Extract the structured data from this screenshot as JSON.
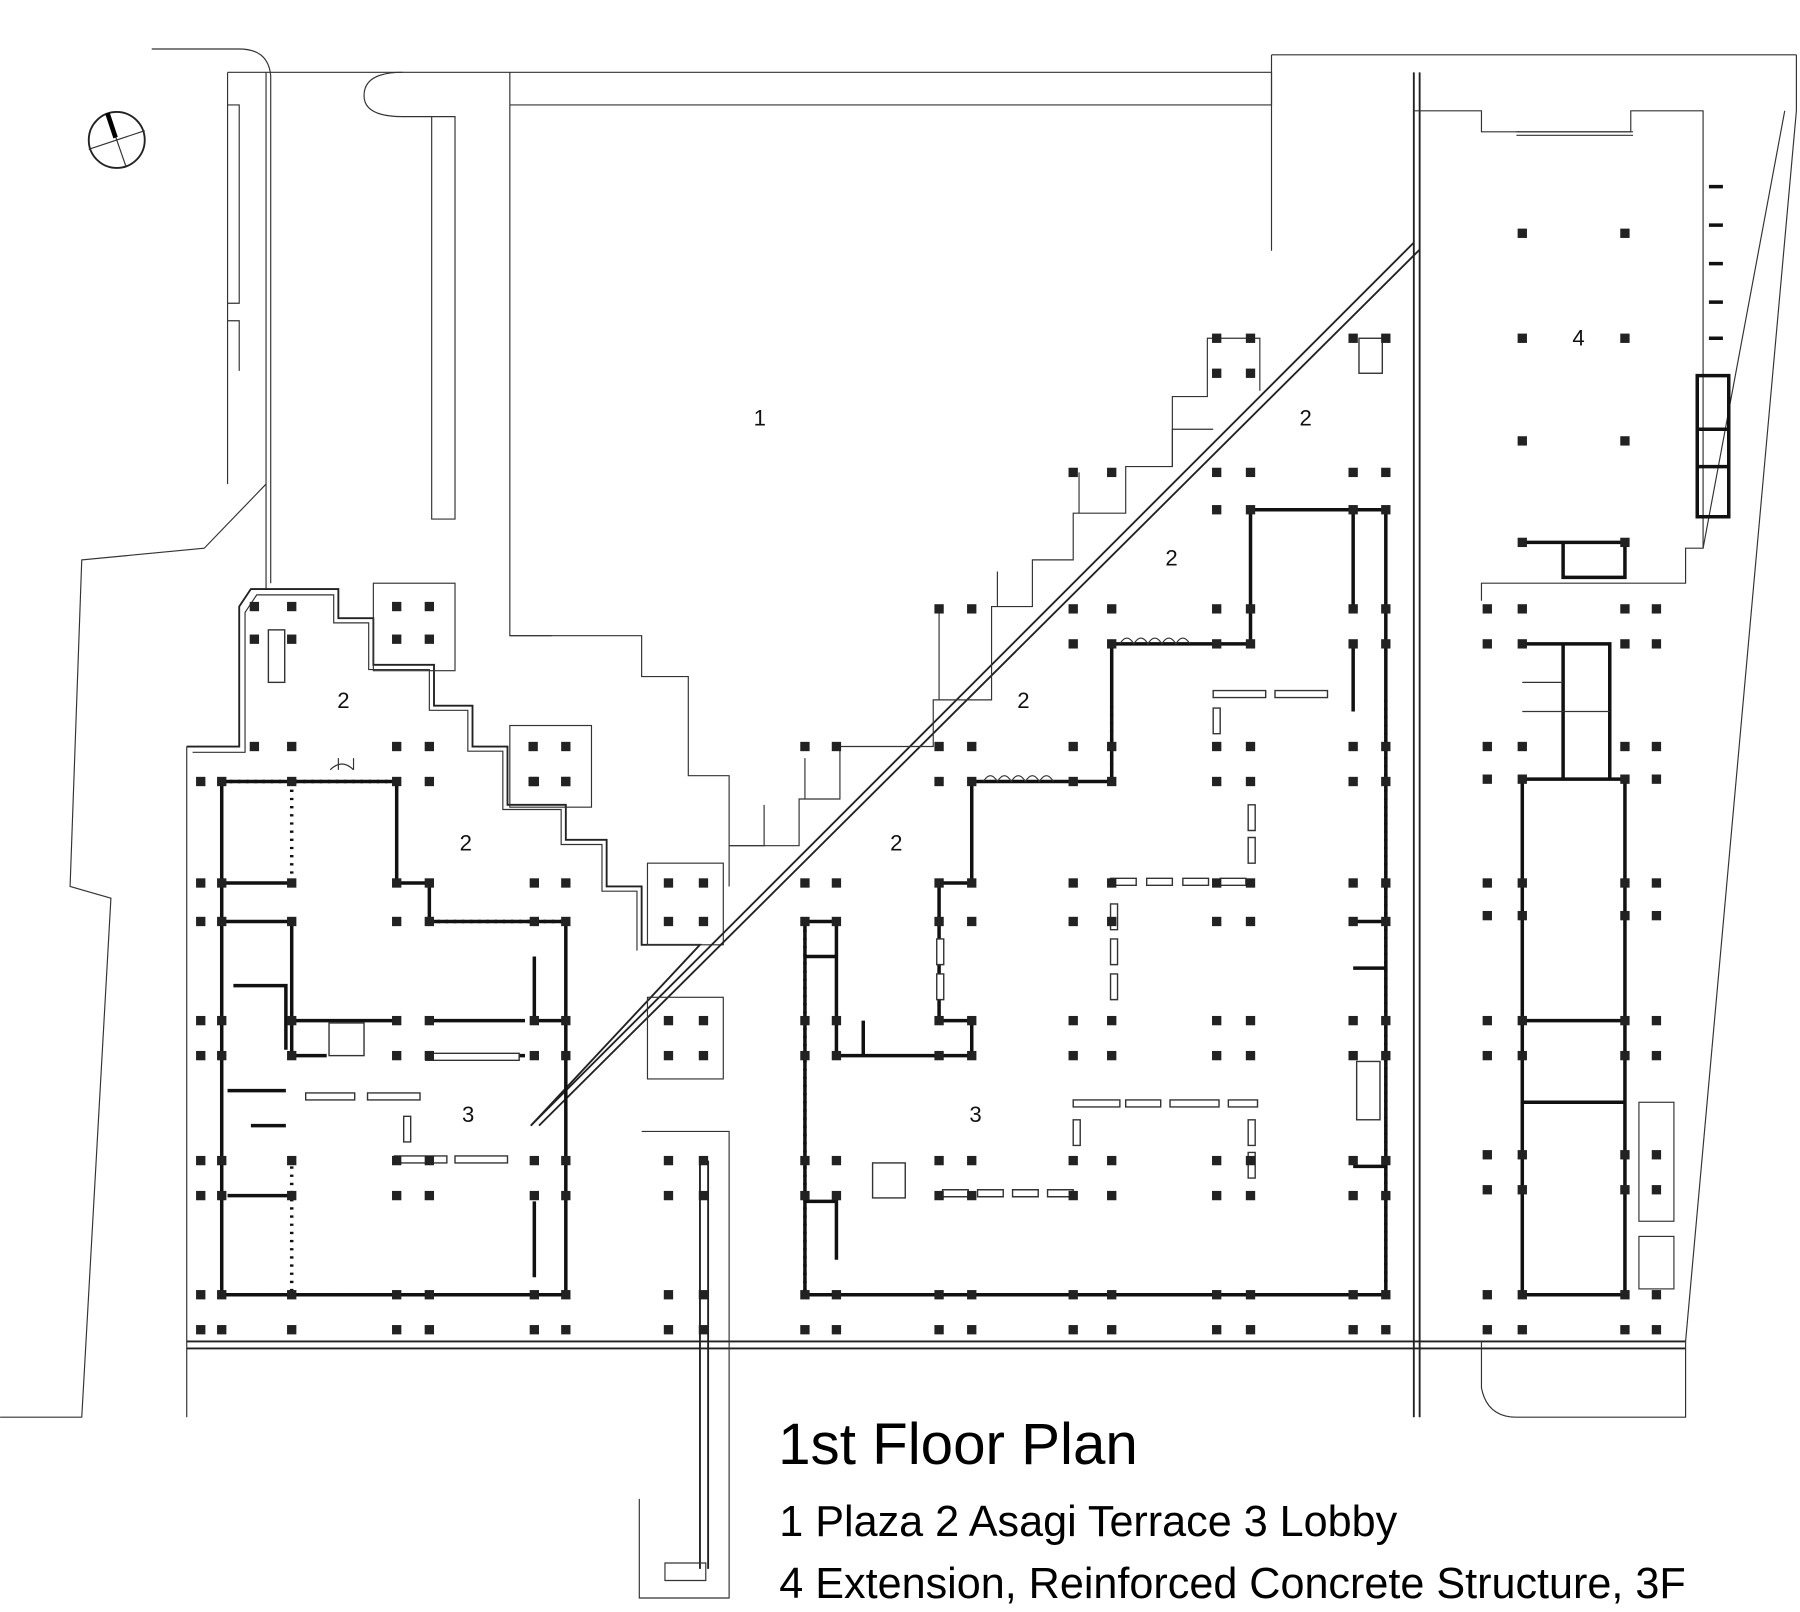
{
  "plan": {
    "title": "1st Floor Plan",
    "legend": [
      "1 Plaza  2 Asagi Terrace  3 Lobby",
      "4 Extension, Reinforced Concrete Structure, 3F"
    ],
    "room_labels": {
      "plaza": "1",
      "terrace": "2",
      "lobby": "3",
      "extension": "4"
    }
  },
  "icons": {
    "compass": "north-arrow-icon"
  }
}
